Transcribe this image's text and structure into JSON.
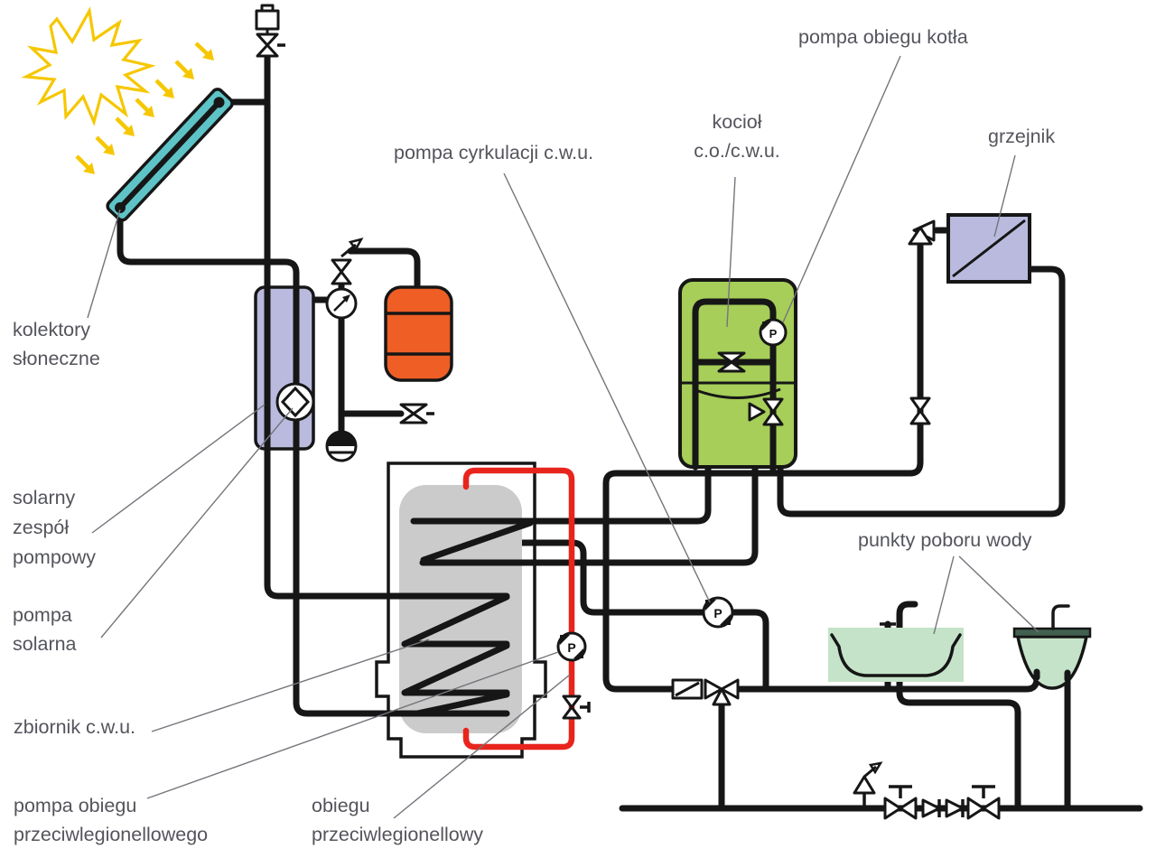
{
  "labels": {
    "collectors_line1": "kolektory",
    "collectors_line2": "słoneczne",
    "station_line1": "solarny",
    "station_line2": "zespół",
    "station_line3": "pompowy",
    "solar_pump_line1": "pompa",
    "solar_pump_line2": "solarna",
    "tank": "zbiornik c.w.u.",
    "legio_pump_line1": "pompa obiegu",
    "legio_pump_line2": "przeciwlegionellowego",
    "legio_loop_line1": "obiegu",
    "legio_loop_line2": "przeciwlegionellowy",
    "circulation_pump": "pompa cyrkulacji c.w.u.",
    "boiler_line1": "kocioł",
    "boiler_line2": "c.o./c.w.u.",
    "boiler_pump": "pompa obiegu kotła",
    "radiator": "grzejnik",
    "draw_points": "punkty poboru wody",
    "pump_symbol": "P"
  },
  "colors": {
    "collector": "#5ec3c6",
    "solar_station": "#b9bade",
    "radiator": "#b9bade",
    "expansion_vessel": "#ee5e25",
    "boiler": "#a6ce58",
    "tank": "#cbcbcb",
    "fixture_green": "#c5e3c8",
    "sink_top": "#41604f",
    "red_pipe": "#e8251d",
    "sun_yellow": "#f6c700",
    "pipe_black": "#161616",
    "text": "#54555c",
    "leader": "#74747c"
  }
}
